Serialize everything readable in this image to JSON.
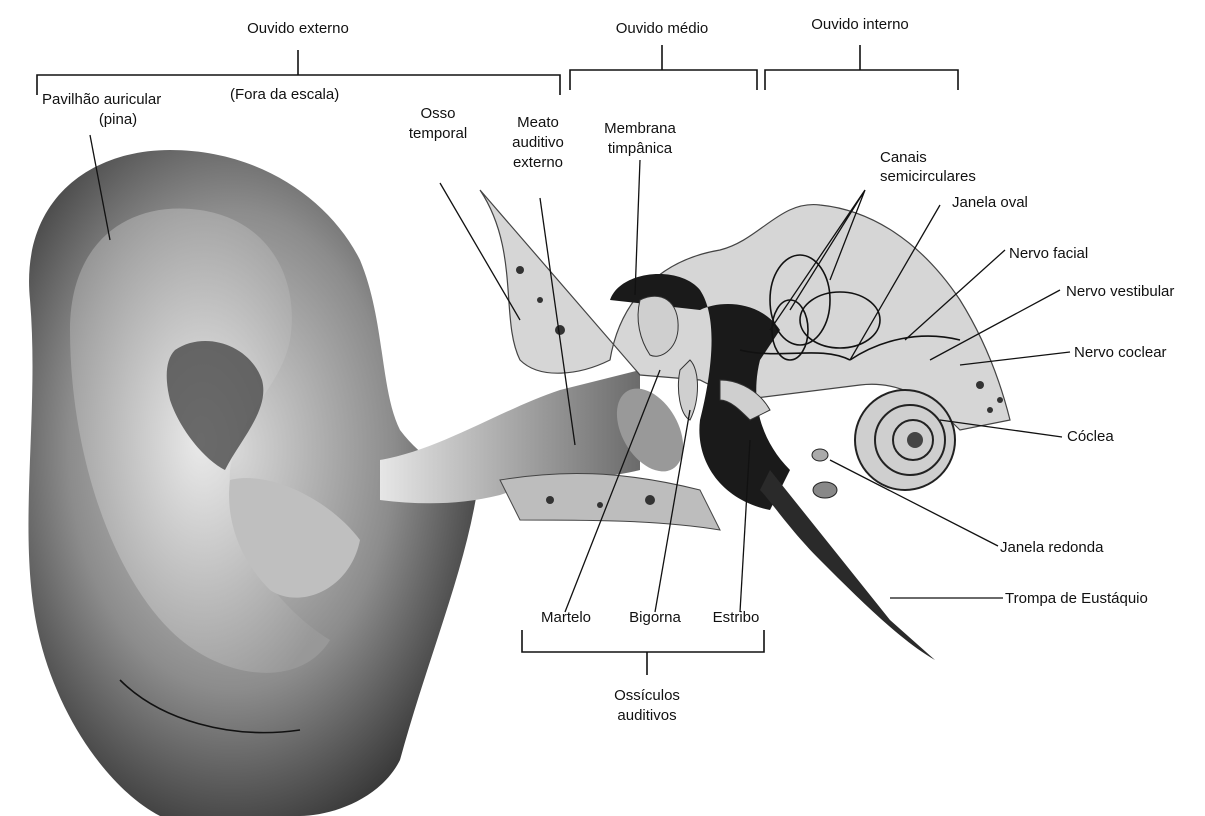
{
  "sections": {
    "outer": "Ouvido externo",
    "middle": "Ouvido médio",
    "inner": "Ouvido interno"
  },
  "labels": {
    "pinna_line1": "Pavilhão auricular",
    "pinna_line2": "(pina)",
    "out_of_scale": "(Fora da escala)",
    "temporal_line1": "Osso",
    "temporal_line2": "temporal",
    "meatus_line1": "Meato",
    "meatus_line2": "auditivo",
    "meatus_line3": "externo",
    "tympanic_line1": "Membrana",
    "tympanic_line2": "timpânica",
    "canals_line1": "Canais",
    "canals_line2": "semicirculares",
    "oval_window": "Janela oval",
    "facial_nerve": "Nervo facial",
    "vestibular_nerve": "Nervo vestibular",
    "cochlear_nerve": "Nervo coclear",
    "cochlea": "Cóclea",
    "round_window": "Janela redonda",
    "eustachian_tube": "Trompa de Eustáquio",
    "malleus": "Martelo",
    "incus": "Bigorna",
    "stapes": "Estribo",
    "ossicles_line1": "Ossículos",
    "ossicles_line2": "auditivos"
  }
}
